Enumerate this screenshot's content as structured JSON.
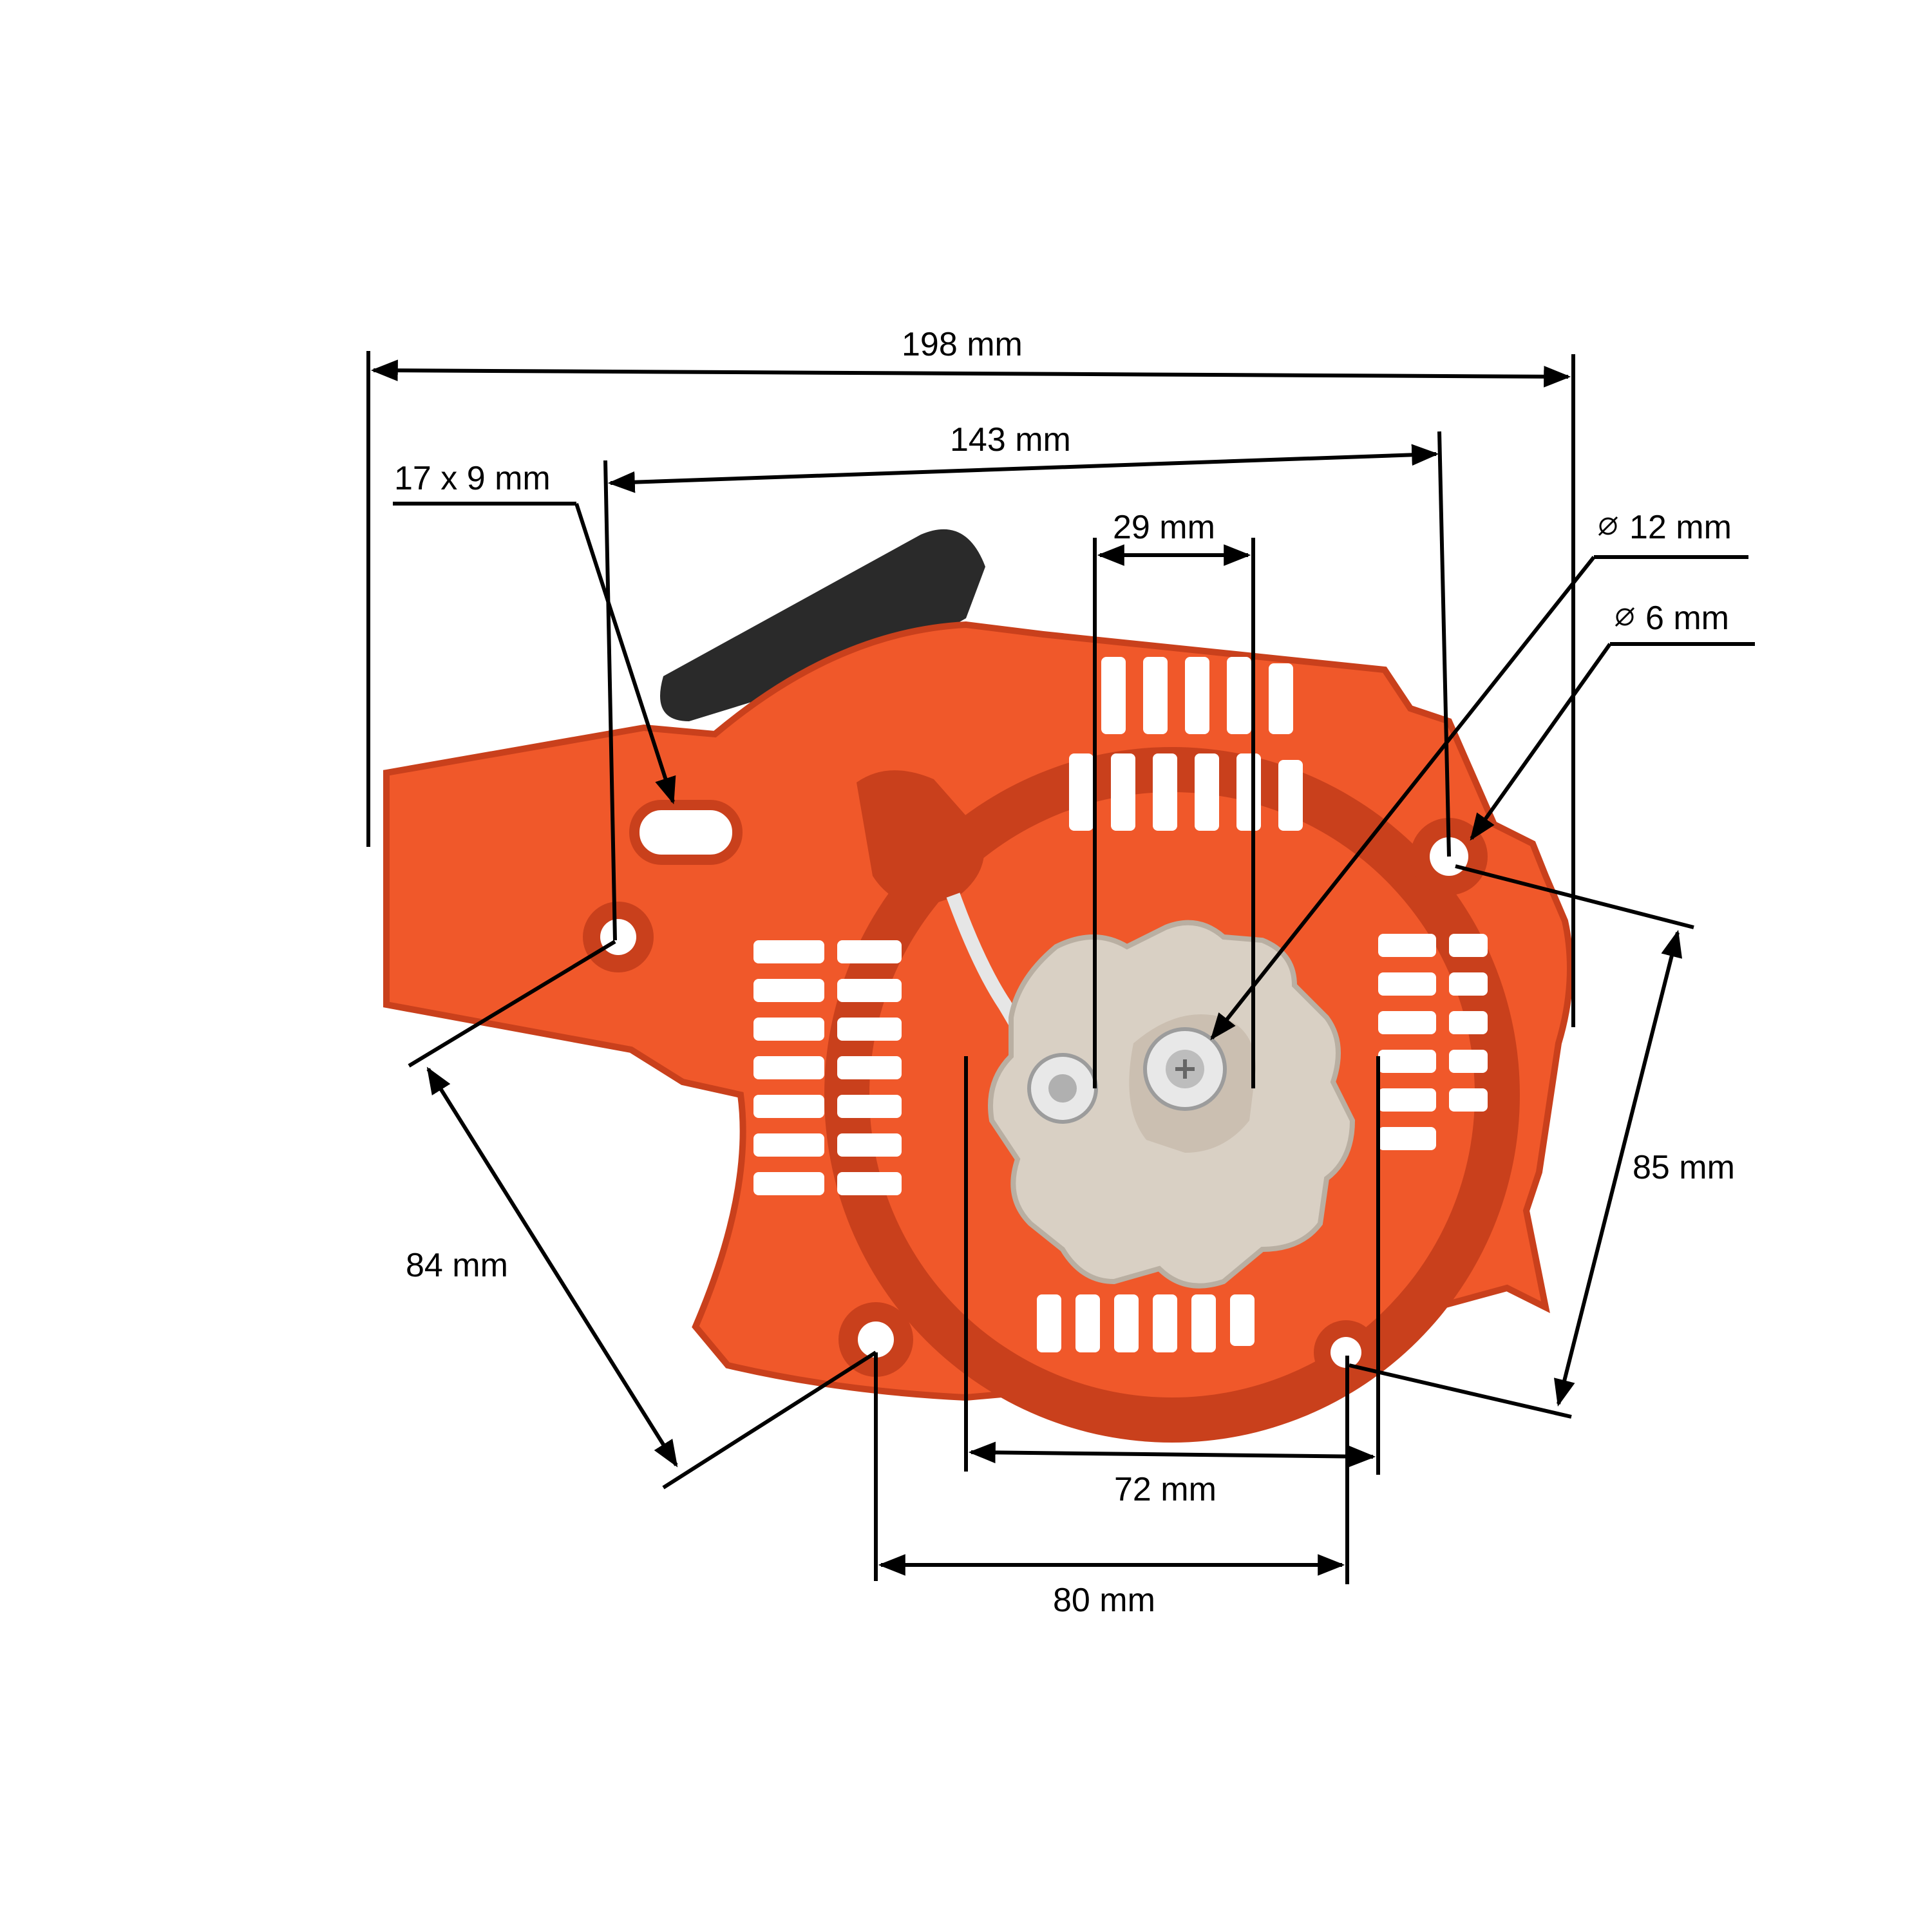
{
  "colors": {
    "housing": "#f0582a",
    "housing_dark": "#c9401c",
    "housing_light": "#ff7a4e",
    "handle": "#2a2a2a",
    "pulley": "#d9d0c4",
    "pulley_shade": "#b9afa2",
    "washer": "#e8e8e8",
    "line": "#000000",
    "background": "#ffffff"
  },
  "dimensions": {
    "overall_width": "198 mm",
    "mount_span": "143 mm",
    "slot_size": "17 x 9 mm",
    "pulley_offset": "29 mm",
    "large_hole": "12 mm",
    "small_hole": "6 mm",
    "left_diagonal": "84 mm",
    "right_diagonal": "85 mm",
    "pulley_span": "72 mm",
    "bottom_span": "80 mm"
  },
  "icons": {
    "diameter_symbol": "diameter-icon"
  }
}
